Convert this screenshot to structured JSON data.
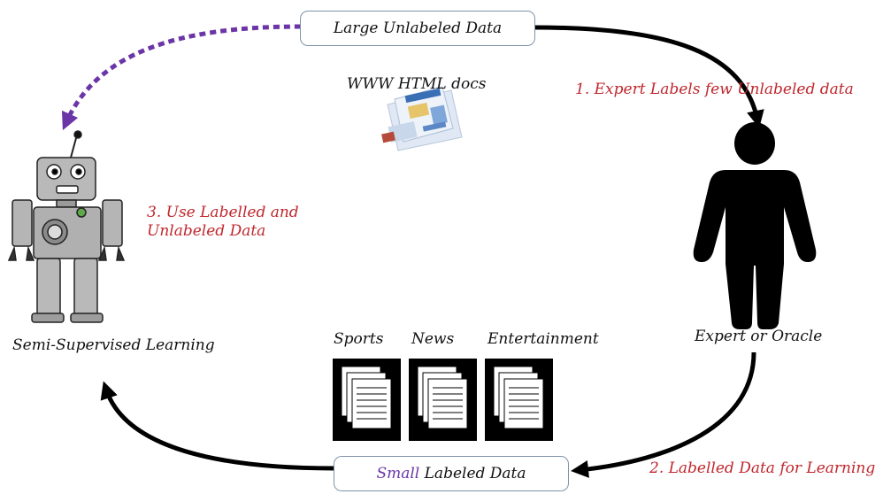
{
  "top_box": {
    "label": "Large Unlabeled Data"
  },
  "docs_label": "WWW HTML docs",
  "steps": {
    "step1": "1. Expert Labels few  Unlabeled data",
    "step2": "2. Labelled Data for Learning",
    "step3_line1": "3. Use  Labelled and",
    "step3_line2": "Unlabeled Data"
  },
  "expert_label": "Expert or Oracle",
  "learner_label": "Semi-Supervised Learning",
  "categories": [
    "Sports",
    "News",
    "Entertainment"
  ],
  "bottom_box": {
    "label_highlight": "Small",
    "label_rest": " Labeled Data"
  },
  "colors": {
    "step_text": "#c0272d",
    "dashed_arrow": "#6b35a8",
    "highlight": "#6b35a8",
    "box_border": "#7f93a8"
  },
  "icons": [
    "robot-icon",
    "person-icon",
    "web-documents-icon",
    "document-stack-icon"
  ]
}
